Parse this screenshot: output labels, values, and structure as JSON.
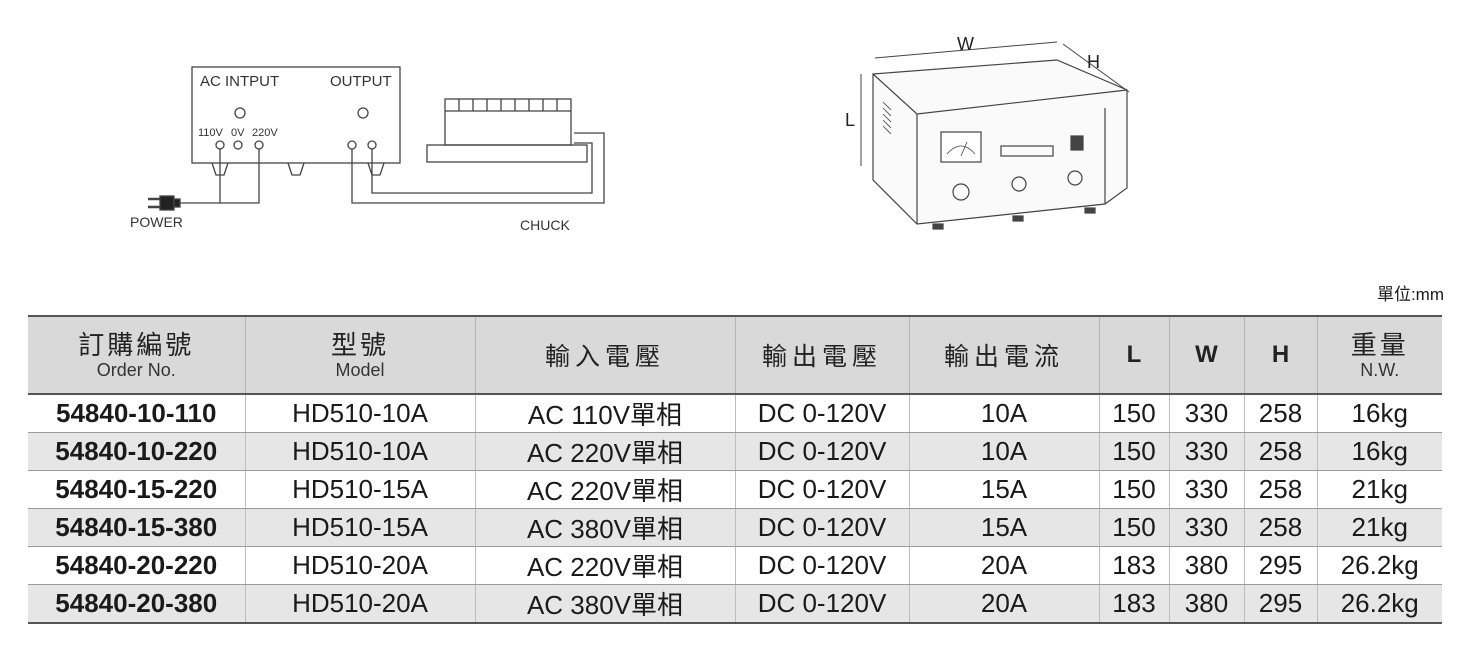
{
  "wiring": {
    "ac_input": "AC INTPUT",
    "output": "OUTPUT",
    "v110": "110V",
    "v0": "0V",
    "v220": "220V",
    "power": "POWER",
    "chuck": "CHUCK"
  },
  "device": {
    "w": "W",
    "h": "H",
    "l": "L"
  },
  "unit_label": "單位:mm",
  "table": {
    "headers": [
      {
        "cn": "訂購編號",
        "en": "Order No."
      },
      {
        "cn": "型號",
        "en": "Model"
      },
      {
        "cn": "輸入電壓",
        "en": ""
      },
      {
        "cn": "輸出電壓",
        "en": ""
      },
      {
        "cn": "輸出電流",
        "en": ""
      },
      {
        "cn": "L",
        "en": ""
      },
      {
        "cn": "W",
        "en": ""
      },
      {
        "cn": "H",
        "en": ""
      },
      {
        "cn": "重量",
        "en": "N.W."
      }
    ],
    "rows": [
      [
        "54840-10-110",
        "HD510-10A",
        "AC 110V單相",
        "DC 0-120V",
        "10A",
        "150",
        "330",
        "258",
        "16kg"
      ],
      [
        "54840-10-220",
        "HD510-10A",
        "AC 220V單相",
        "DC 0-120V",
        "10A",
        "150",
        "330",
        "258",
        "16kg"
      ],
      [
        "54840-15-220",
        "HD510-15A",
        "AC 220V單相",
        "DC 0-120V",
        "15A",
        "150",
        "330",
        "258",
        "21kg"
      ],
      [
        "54840-15-380",
        "HD510-15A",
        "AC 380V單相",
        "DC 0-120V",
        "15A",
        "150",
        "330",
        "258",
        "21kg"
      ],
      [
        "54840-20-220",
        "HD510-20A",
        "AC 220V單相",
        "DC 0-120V",
        "20A",
        "183",
        "380",
        "295",
        "26.2kg"
      ],
      [
        "54840-20-380",
        "HD510-20A",
        "AC 380V單相",
        "DC 0-120V",
        "20A",
        "183",
        "380",
        "295",
        "26.2kg"
      ]
    ]
  }
}
